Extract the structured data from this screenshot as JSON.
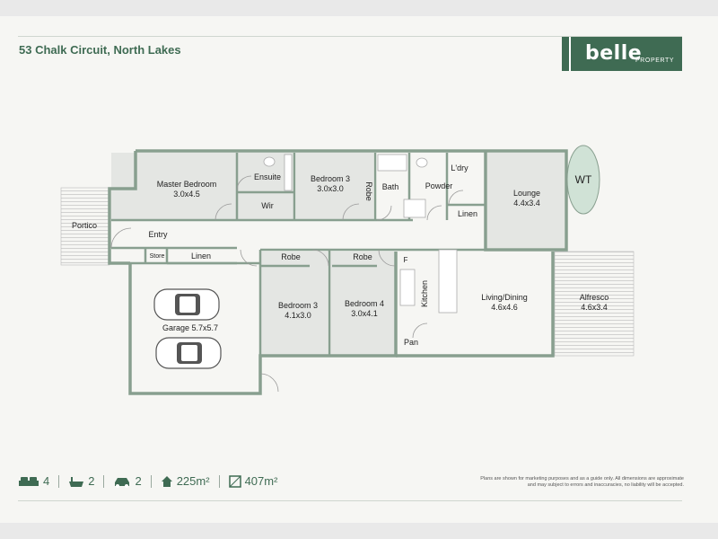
{
  "header": {
    "address": "53 Chalk Circuit, North Lakes"
  },
  "brand": {
    "name": "belle",
    "sub": "PROPERTY",
    "color": "#3f6b53"
  },
  "rooms": {
    "master": {
      "name": "Master Bedroom",
      "size": "3.0x4.5"
    },
    "ensuite": "Ensuite",
    "wir": "Wir",
    "bed3a": {
      "name": "Bedroom 3",
      "size": "3.0x3.0"
    },
    "robe_vert": "Robe",
    "bath": "Bath",
    "powder": "Powder",
    "ldry": "L'dry",
    "linen_upper": "Linen",
    "lounge": {
      "name": "Lounge",
      "size": "4.4x3.4"
    },
    "wt": "WT",
    "portico": "Portico",
    "entry": "Entry",
    "store": "Store",
    "linen_lower": "Linen",
    "garage": "Garage 5.7x5.7",
    "robe_b3": "Robe",
    "robe_b4": "Robe",
    "bed3b": {
      "name": "Bedroom 3",
      "size": "4.1x3.0"
    },
    "bed4": {
      "name": "Bedroom 4",
      "size": "3.0x4.1"
    },
    "fridge": "F",
    "kitchen": "Kitchen",
    "pan": "Pan",
    "living": {
      "name": "Living/Dining",
      "size": "4.6x4.6"
    },
    "alfresco": {
      "name": "Alfresco",
      "size": "4.6x3.4"
    }
  },
  "stats": {
    "bedrooms": "4",
    "bathrooms": "2",
    "cars": "2",
    "house_area": "225m²",
    "land_area": "407m²"
  },
  "icons": [
    "bed-icon",
    "bath-icon",
    "car-icon",
    "house-icon",
    "land-icon"
  ],
  "disclaimer": "Plans are shown for marketing purposes and as a guide only. All dimensions are approximate and may subject to errors and inaccuracies, no liability will be accepted."
}
